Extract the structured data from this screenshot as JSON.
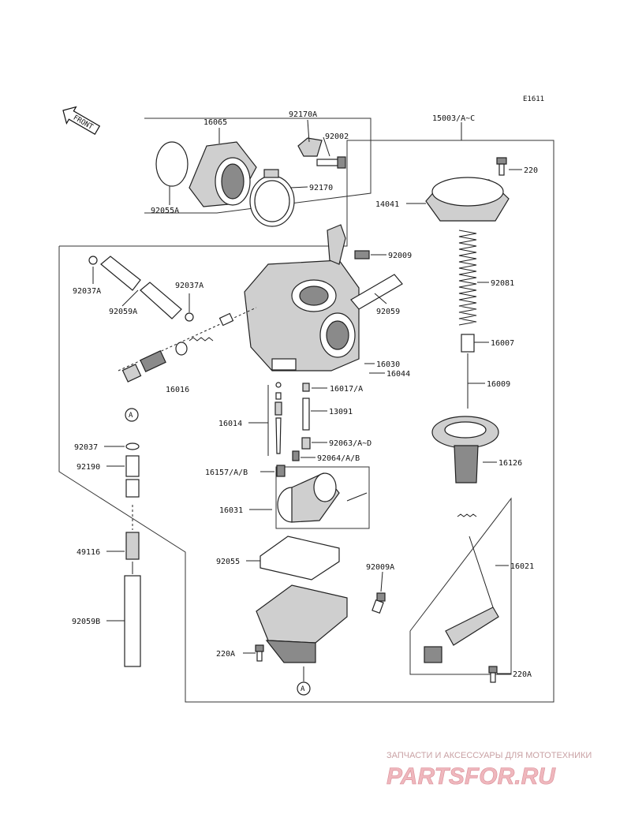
{
  "diagram": {
    "ref_code": "E1611",
    "front_label": "FRONT",
    "watermark_line1": "ЗАПЧАСТИ И АКСЕССУАРЫ ДЛЯ МОТОТЕХНИКИ",
    "watermark_line2": "PARTSFOR.RU",
    "circle_ref_label": "A",
    "part_labels": {
      "p16065": "16065",
      "p92170A": "92170A",
      "p92002": "92002",
      "p92170": "92170",
      "p92055A": "92055A",
      "p15003": "15003/A~C",
      "p220": "220",
      "p14041": "14041",
      "p92009": "92009",
      "p92037A_left": "92037A",
      "p92037A_right": "92037A",
      "p92059A": "92059A",
      "p92059": "92059",
      "p92081": "92081",
      "p16007": "16007",
      "p16030": "16030",
      "p16044": "16044",
      "p16016": "16016",
      "p16017": "16017/A",
      "p16009": "16009",
      "p16014": "16014",
      "p13091": "13091",
      "p92037": "92037",
      "p92063": "92063/A~D",
      "p16126": "16126",
      "p92190": "92190",
      "p92064": "92064/A/B",
      "p16157": "16157/A/B",
      "p16031": "16031",
      "p49116": "49116",
      "p92055": "92055",
      "p16021": "16021",
      "p92009A": "92009A",
      "p92059B": "92059B",
      "p220A_left": "220A",
      "p220A_right": "220A"
    }
  }
}
